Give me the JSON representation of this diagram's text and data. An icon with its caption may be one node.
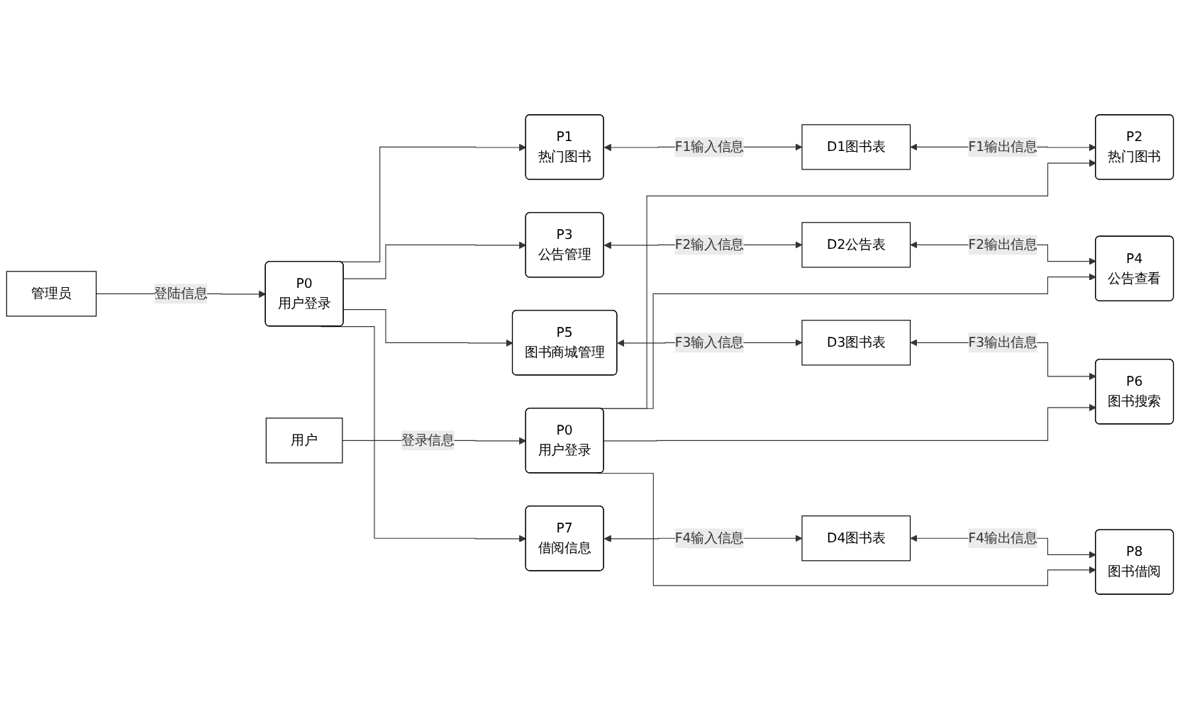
{
  "diagram": {
    "nodes": [
      {
        "text": [
          "管理员"
        ]
      },
      {
        "text": [
          "P0",
          "用户登录"
        ]
      },
      {
        "text": [
          "P1",
          "热门图书"
        ]
      },
      {
        "text": [
          "D1图书表"
        ]
      },
      {
        "text": [
          "P2",
          "热门图书"
        ]
      },
      {
        "text": [
          "P3",
          "公告管理"
        ]
      },
      {
        "text": [
          "D2公告表"
        ]
      },
      {
        "text": [
          "P4",
          "公告查看"
        ]
      },
      {
        "text": [
          "P5",
          "图书商城管理"
        ]
      },
      {
        "text": [
          "D3图书表"
        ]
      },
      {
        "text": [
          "P6",
          "图书搜索"
        ]
      },
      {
        "text": [
          "P7",
          "借阅信息"
        ]
      },
      {
        "text": [
          "D4图书表"
        ]
      },
      {
        "text": [
          "P8",
          "图书借阅"
        ]
      },
      {
        "text": [
          "P0",
          "用户登录"
        ]
      },
      {
        "text": [
          "用户"
        ]
      }
    ],
    "edges": [
      {
        "from": 0,
        "to": 1,
        "arrow": "to",
        "label": "登陆信息"
      },
      {
        "from": 1,
        "to": 2,
        "arrow": "to"
      },
      {
        "from": 1,
        "to": 5,
        "arrow": "to"
      },
      {
        "from": 1,
        "to": 8,
        "arrow": "to"
      },
      {
        "from": 1,
        "to": 11,
        "arrow": "to"
      },
      {
        "from": 2,
        "to": 3,
        "arrow": "both",
        "label": "F1输入信息"
      },
      {
        "from": 3,
        "to": 4,
        "arrow": "both",
        "label": "F1输出信息"
      },
      {
        "from": 5,
        "to": 6,
        "arrow": "both",
        "label": "F2输入信息"
      },
      {
        "from": 6,
        "to": 7,
        "arrow": "both",
        "label": "F2输出信息"
      },
      {
        "from": 8,
        "to": 9,
        "arrow": "both",
        "label": "F3输入信息"
      },
      {
        "from": 9,
        "to": 10,
        "arrow": "both",
        "label": "F3输出信息"
      },
      {
        "from": 11,
        "to": 12,
        "arrow": "both",
        "label": "F4输入信息"
      },
      {
        "from": 12,
        "to": 13,
        "arrow": "both",
        "label": "F4输出信息"
      },
      {
        "from": 14,
        "to": 4,
        "arrow": "to"
      },
      {
        "from": 14,
        "to": 7,
        "arrow": "to"
      },
      {
        "from": 14,
        "to": 10,
        "arrow": "to"
      },
      {
        "from": 14,
        "to": 13,
        "arrow": "to"
      },
      {
        "from": 15,
        "to": 14,
        "arrow": "to",
        "label": "登录信息"
      }
    ]
  }
}
